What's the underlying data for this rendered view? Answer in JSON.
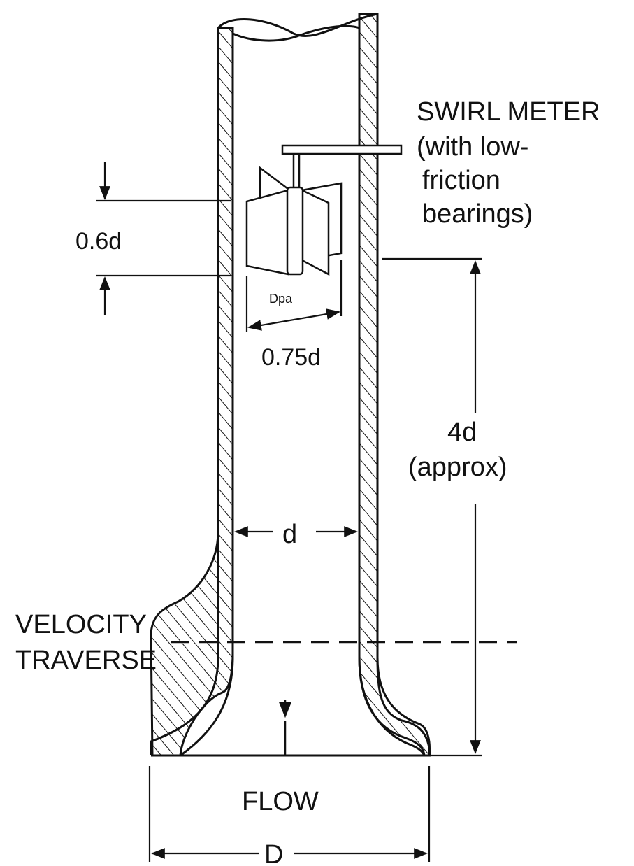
{
  "labels": {
    "swirl_meter_line1": "SWIRL METER",
    "swirl_meter_line2": "(with low-",
    "swirl_meter_line3": "friction",
    "swirl_meter_line4": "bearings)",
    "vane_height": "0.6d",
    "dpa": "Dpa",
    "vane_diameter": "0.75d",
    "distance_line1": "4d",
    "distance_line2": "(approx)",
    "pipe_diameter": "d",
    "velocity_traverse_line1": "VELOCITY",
    "velocity_traverse_line2": "TRAVERSE",
    "flow": "FLOW",
    "inlet_diameter": "D"
  },
  "colors": {
    "ink": "#111111",
    "background": "#ffffff"
  }
}
